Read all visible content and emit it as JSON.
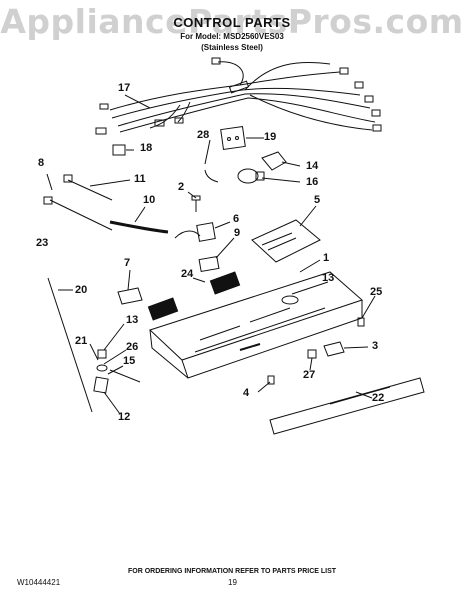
{
  "watermark": "AppliancePartsPros.com",
  "title": "CONTROL PARTS",
  "subtitle_model": "For Model: MSD2560VES03",
  "subtitle_finish": "(Stainless Steel)",
  "callouts": {
    "c1": "1",
    "c2": "2",
    "c3": "3",
    "c4": "4",
    "c5": "5",
    "c6": "6",
    "c7": "7",
    "c8": "8",
    "c9": "9",
    "c10": "10",
    "c11": "11",
    "c12": "12",
    "c13a": "13",
    "c13b": "13",
    "c14": "14",
    "c15": "15",
    "c16": "16",
    "c17": "17",
    "c18": "18",
    "c19": "19",
    "c20": "20",
    "c21": "21",
    "c22": "22",
    "c23": "23",
    "c24": "24",
    "c25": "25",
    "c26": "26",
    "c27": "27",
    "c28": "28"
  },
  "footer": {
    "note": "FOR ORDERING INFORMATION REFER TO PARTS PRICE LIST",
    "doc_number": "W10444421",
    "page_number": "19"
  }
}
